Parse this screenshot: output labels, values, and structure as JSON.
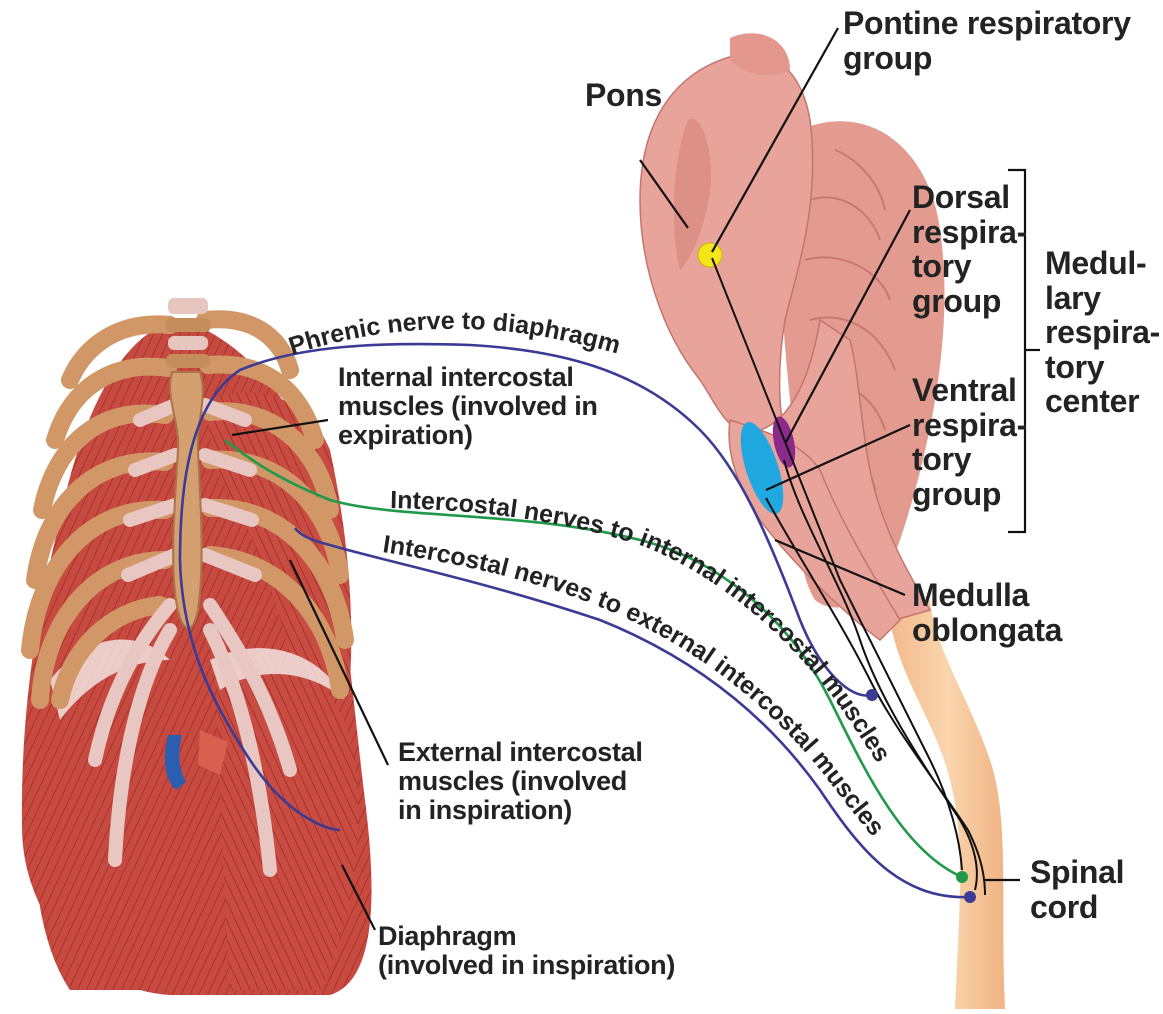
{
  "labels": {
    "pontine_group": "Pontine respiratory\ngroup",
    "pons": "Pons",
    "dorsal_group": "Dorsal\nrespira-\ntory\ngroup",
    "ventral_group": "Ventral\nrespira-\ntory\ngroup",
    "medullary_center": "Medul-\nlary\nrespira-\ntory\ncenter",
    "medulla": "Medulla\noblongata",
    "spinal_cord": "Spinal\ncord",
    "internal_intercostal": "Internal intercostal\nmuscles (involved in\nexpiration)",
    "external_intercostal": "External intercostal\nmuscles (involved\nin inspiration)",
    "diaphragm": "Diaphragm\n(involved in inspiration)"
  },
  "nerves": {
    "phrenic": "Phrenic nerve to diaphragm",
    "internal": "Intercostal nerves to internal intercostal muscles",
    "external": "Intercostal nerves to external intercostal muscles"
  },
  "colors": {
    "phrenic_nerve": "#3b3a94",
    "internal_nerve": "#1f9a4a",
    "external_nerve": "#3b3a94",
    "pontine_marker": "#f5e61a",
    "dorsal_marker": "#8b2a8b",
    "ventral_marker": "#22a8e0",
    "brainstem": "#e8a39a",
    "spinal_cord": "#f6c89a",
    "muscle": "#c9463e",
    "rib": "#d49a68"
  }
}
